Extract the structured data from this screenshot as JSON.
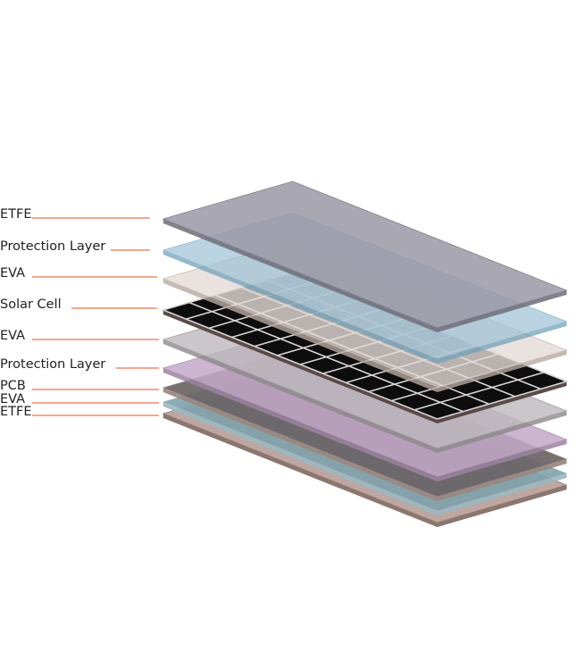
{
  "layers": [
    {
      "label": "ETFE",
      "fill": "#9b9aa5",
      "edge": "#6e6d78",
      "opacity": 0.85
    },
    {
      "label": "Protection Layer",
      "fill": "#9fc3d8",
      "edge": "#6f9fb8",
      "opacity": 0.72
    },
    {
      "label": "EVA",
      "fill": "#e4dcd7",
      "edge": "#b8a9a2",
      "opacity": 0.8
    },
    {
      "label": "Solar Cell",
      "fill": "#0d0d0d",
      "edge": "#5a4a48",
      "opacity": 1.0,
      "grid": {
        "rows": 5,
        "cols": 12,
        "line": "#d9d4d6"
      }
    },
    {
      "label": "EVA",
      "fill": "#bdb8bc",
      "edge": "#8d888c",
      "opacity": 0.8
    },
    {
      "label": "Protection Layer",
      "fill": "#c4a9c9",
      "edge": "#9b83a0",
      "opacity": 0.85
    },
    {
      "label": "PCB",
      "fill": "#6b6466",
      "edge": "#9a8780",
      "opacity": 0.92
    },
    {
      "label": "EVA",
      "fill": "#7fa2ad",
      "edge": "#9cb8c2",
      "opacity": 0.9
    },
    {
      "label": "ETFE",
      "fill": "#bda7a0",
      "edge": "#8c7670",
      "opacity": 1.0
    }
  ],
  "colors": {
    "leader": "#f08a6c",
    "text": "#222222"
  }
}
